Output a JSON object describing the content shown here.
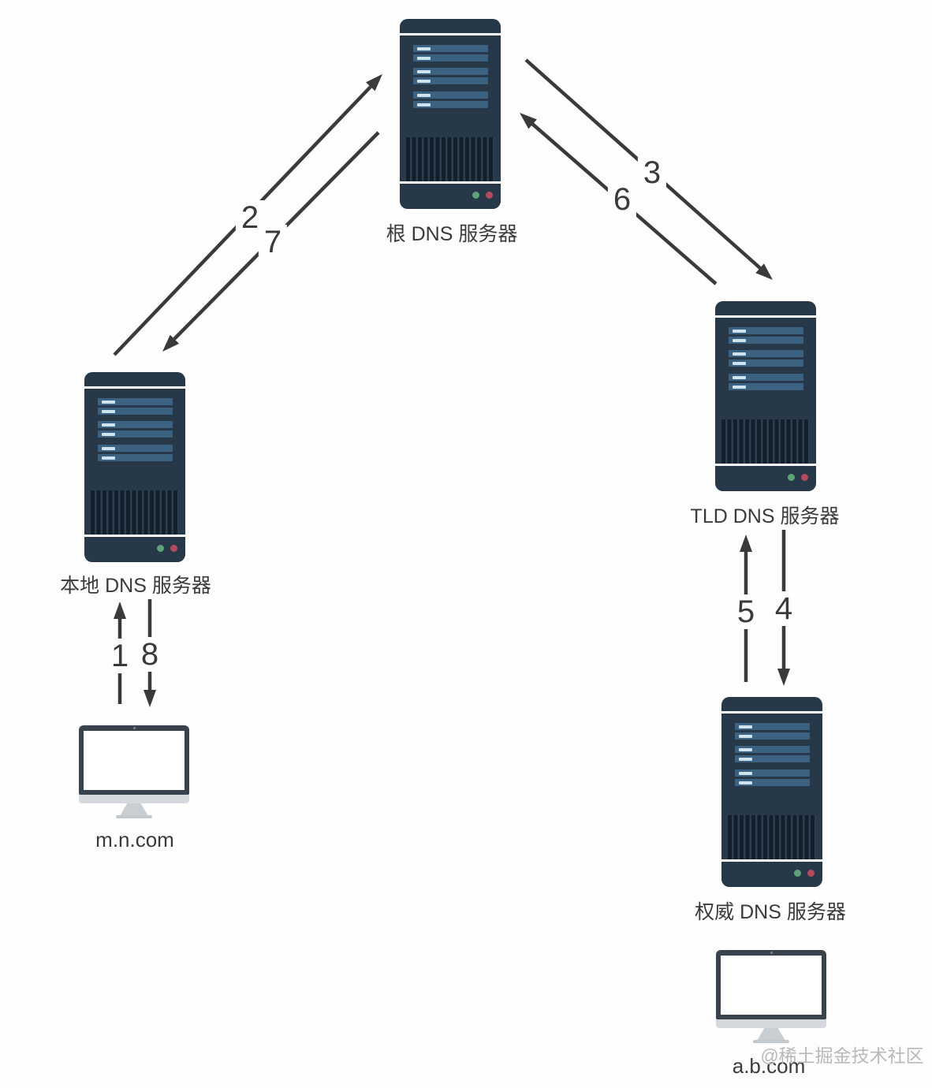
{
  "nodes": {
    "root": {
      "label": "根 DNS 服务器",
      "icon": "server-icon"
    },
    "local": {
      "label": "本地 DNS 服务器",
      "icon": "server-icon"
    },
    "tld": {
      "label": "TLD DNS 服务器",
      "icon": "server-icon"
    },
    "auth": {
      "label": "权威 DNS 服务器",
      "icon": "server-icon"
    },
    "client": {
      "label": "m.n.com",
      "icon": "computer-icon"
    },
    "host": {
      "label": "a.b.com",
      "icon": "computer-icon"
    }
  },
  "steps": {
    "s1": "1",
    "s2": "2",
    "s3": "3",
    "s4": "4",
    "s5": "5",
    "s6": "6",
    "s7": "7",
    "s8": "8"
  },
  "watermark": "@稀土掘金技术社区",
  "colors": {
    "canvas_bg": "#fefefe",
    "arrow": "#3a3a3a",
    "label_text": "#3a3a3a",
    "server_body": "#273848",
    "server_bar": "#3b6280",
    "server_bar_highlight": "#cfe3ef",
    "server_vent_slat": "#121f2b",
    "status_light_green": "#5ca476",
    "status_light_red": "#b5495e",
    "monitor_frame": "#39434e",
    "monitor_chin": "#d5d9dd",
    "monitor_stand": "#c9ced3",
    "watermark_text": "#b9b9b9"
  }
}
